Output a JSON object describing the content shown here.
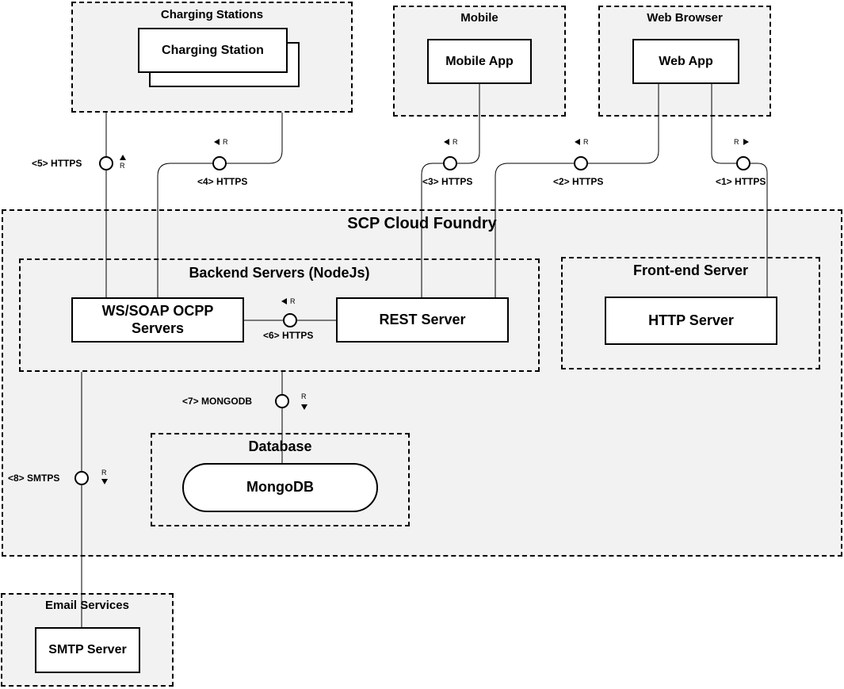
{
  "containers": {
    "charging_stations": "Charging Stations",
    "mobile": "Mobile",
    "web_browser": "Web Browser",
    "scp": "SCP Cloud Foundry",
    "backend": "Backend Servers (NodeJs)",
    "frontend": "Front-end Server",
    "database": "Database",
    "email": "Email Services"
  },
  "nodes": {
    "charging_station": "Charging Station",
    "mobile_app": "Mobile App",
    "web_app": "Web App",
    "ocpp_line1": "WS/SOAP OCPP",
    "ocpp_line2": "Servers",
    "rest_server": "REST Server",
    "http_server": "HTTP Server",
    "mongodb": "MongoDB",
    "smtp_server": "SMTP Server"
  },
  "interfaces": {
    "i1": "<1> HTTPS",
    "i2": "<2> HTTPS",
    "i3": "<3> HTTPS",
    "i4": "<4> HTTPS",
    "i5": "<5> HTTPS",
    "i6": "<6> HTTPS",
    "i7": "<7> MONGODB",
    "i8": "<8> SMTPS",
    "r": "R"
  }
}
